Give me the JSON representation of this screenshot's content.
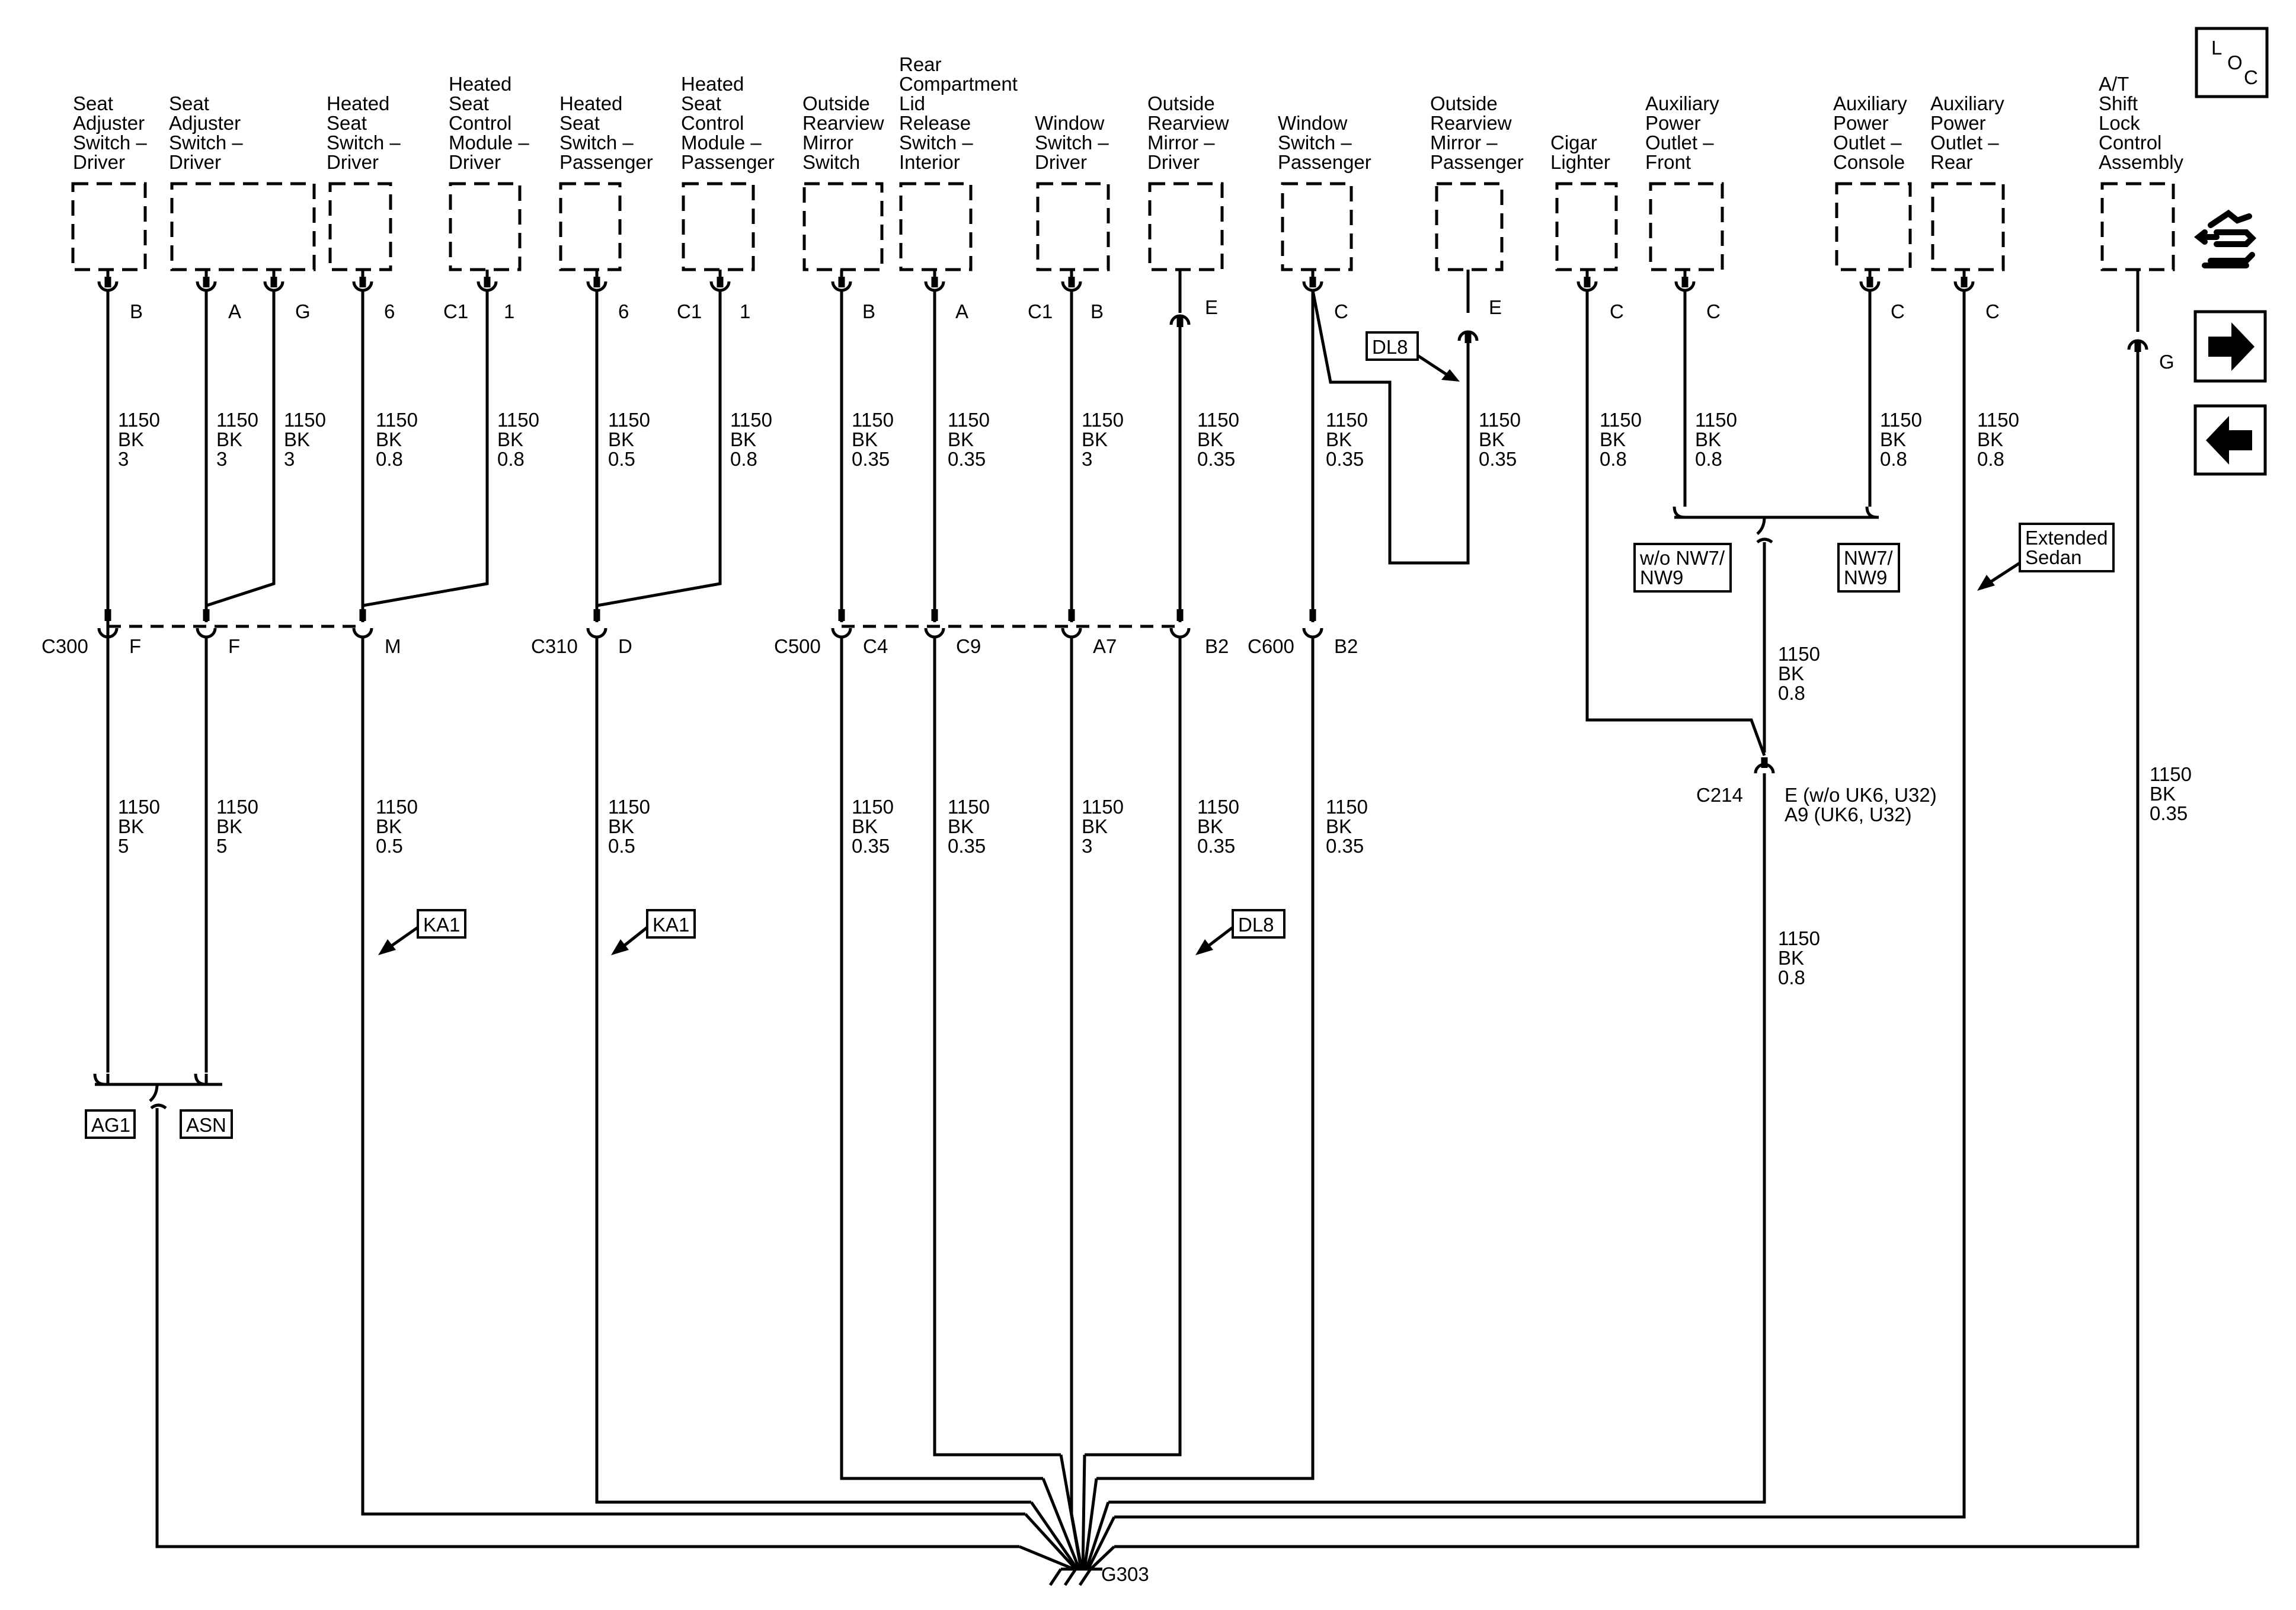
{
  "components": [
    {
      "name": [
        "Seat",
        "Adjuster",
        "Switch –",
        "Driver"
      ],
      "pins": [
        "B"
      ]
    },
    {
      "name": [
        "Seat",
        "Adjuster",
        "Switch –",
        "Driver"
      ],
      "pins": [
        "A",
        "G"
      ]
    },
    {
      "name": [
        "Heated",
        "Seat",
        "Switch –",
        "Driver"
      ],
      "pins": [
        "6"
      ]
    },
    {
      "name": [
        "Heated",
        "Seat",
        "Control",
        "Module –",
        "Driver"
      ],
      "pins": [
        "C1",
        "1"
      ]
    },
    {
      "name": [
        "Heated",
        "Seat",
        "Switch –",
        "Passenger"
      ],
      "pins": [
        "6"
      ]
    },
    {
      "name": [
        "Heated",
        "Seat",
        "Control",
        "Module –",
        "Passenger"
      ],
      "pins": [
        "C1",
        "1"
      ]
    },
    {
      "name": [
        "Outside",
        "Rearview",
        "Mirror",
        "Switch"
      ],
      "pins": [
        "B"
      ]
    },
    {
      "name": [
        "Rear",
        "Compartment",
        "Lid",
        "Release",
        "Switch –",
        "Interior"
      ],
      "pins": [
        "A"
      ]
    },
    {
      "name": [
        "Window",
        "Switch –",
        "Driver"
      ],
      "pins": [
        "C1",
        "B"
      ]
    },
    {
      "name": [
        "Outside",
        "Rearview",
        "Mirror –",
        "Driver"
      ],
      "pins": [
        "E"
      ]
    },
    {
      "name": [
        "Window",
        "Switch –",
        "Passenger"
      ],
      "pins": [
        "C"
      ]
    },
    {
      "name": [
        "Outside",
        "Rearview",
        "Mirror –",
        "Passenger"
      ],
      "pins": [
        "E"
      ]
    },
    {
      "name": [
        "Cigar",
        "Lighter"
      ],
      "pins": [
        "C"
      ]
    },
    {
      "name": [
        "Auxiliary",
        "Power",
        "Outlet –",
        "Front"
      ],
      "pins": [
        "C"
      ]
    },
    {
      "name": [
        "Auxiliary",
        "Power",
        "Outlet –",
        "Console"
      ],
      "pins": [
        "C"
      ]
    },
    {
      "name": [
        "Auxiliary",
        "Power",
        "Outlet –",
        "Rear"
      ],
      "pins": [
        "C"
      ]
    },
    {
      "name": [
        "A/T",
        "Shift",
        "Lock",
        "Control",
        "Assembly"
      ],
      "pins": [
        "G"
      ]
    }
  ],
  "upper_wires": [
    [
      "1150",
      "BK",
      "3"
    ],
    [
      "1150",
      "BK",
      "3"
    ],
    [
      "1150",
      "BK",
      "3"
    ],
    [
      "1150",
      "BK",
      "0.8"
    ],
    [
      "1150",
      "BK",
      "0.8"
    ],
    [
      "1150",
      "BK",
      "0.5"
    ],
    [
      "1150",
      "BK",
      "0.8"
    ],
    [
      "1150",
      "BK",
      "0.35"
    ],
    [
      "1150",
      "BK",
      "0.35"
    ],
    [
      "1150",
      "BK",
      "3"
    ],
    [
      "1150",
      "BK",
      "0.35"
    ],
    [
      "1150",
      "BK",
      "0.35"
    ],
    [
      "1150",
      "BK",
      "0.35"
    ],
    [
      "1150",
      "BK",
      "0.8"
    ],
    [
      "1150",
      "BK",
      "0.8"
    ],
    [
      "1150",
      "BK",
      "0.8"
    ],
    [
      "1150",
      "BK",
      "0.8"
    ],
    [
      "1150",
      "BK",
      "0.35"
    ]
  ],
  "inline_connectors": [
    {
      "name": "C300",
      "pins": [
        "F",
        "F",
        "M"
      ]
    },
    {
      "name": "C310",
      "pins": [
        "D"
      ]
    },
    {
      "name": "C500",
      "pins": [
        "C4",
        "C9",
        "A7",
        "B2"
      ]
    },
    {
      "name": "C600",
      "pins": [
        "B2"
      ]
    }
  ],
  "lower_wires": [
    [
      "1150",
      "BK",
      "5"
    ],
    [
      "1150",
      "BK",
      "5"
    ],
    [
      "1150",
      "BK",
      "0.5"
    ],
    [
      "1150",
      "BK",
      "0.5"
    ],
    [
      "1150",
      "BK",
      "0.35"
    ],
    [
      "1150",
      "BK",
      "0.35"
    ],
    [
      "1150",
      "BK",
      "3"
    ],
    [
      "1150",
      "BK",
      "0.35"
    ],
    [
      "1150",
      "BK",
      "0.35"
    ]
  ],
  "c214": {
    "name": "C214",
    "pin_lines": [
      "E (w/o UK6, U32)",
      "A9 (UK6, U32)"
    ],
    "wire_above": [
      "1150",
      "BK",
      "0.8"
    ],
    "wire_below": [
      "1150",
      "BK",
      "0.8"
    ]
  },
  "option_tags": {
    "dl8_upper": "DL8",
    "dl8_lower": "DL8",
    "ka1_driver": "KA1",
    "ka1_passenger": "KA1",
    "ag1": "AG1",
    "asn": "ASN",
    "nw_without": [
      "w/o NW7/",
      "NW9"
    ],
    "nw_with": [
      "NW7/",
      "NW9"
    ],
    "extended_sedan": [
      "Extended",
      "Sedan"
    ]
  },
  "ground": {
    "name": "G303"
  },
  "loc_button": [
    "L",
    "O",
    "C"
  ],
  "icons": {
    "loc": "loc-icon",
    "schematic_nav": "component-locator-icon",
    "next": "arrow-right-icon",
    "prev": "arrow-left-icon"
  }
}
